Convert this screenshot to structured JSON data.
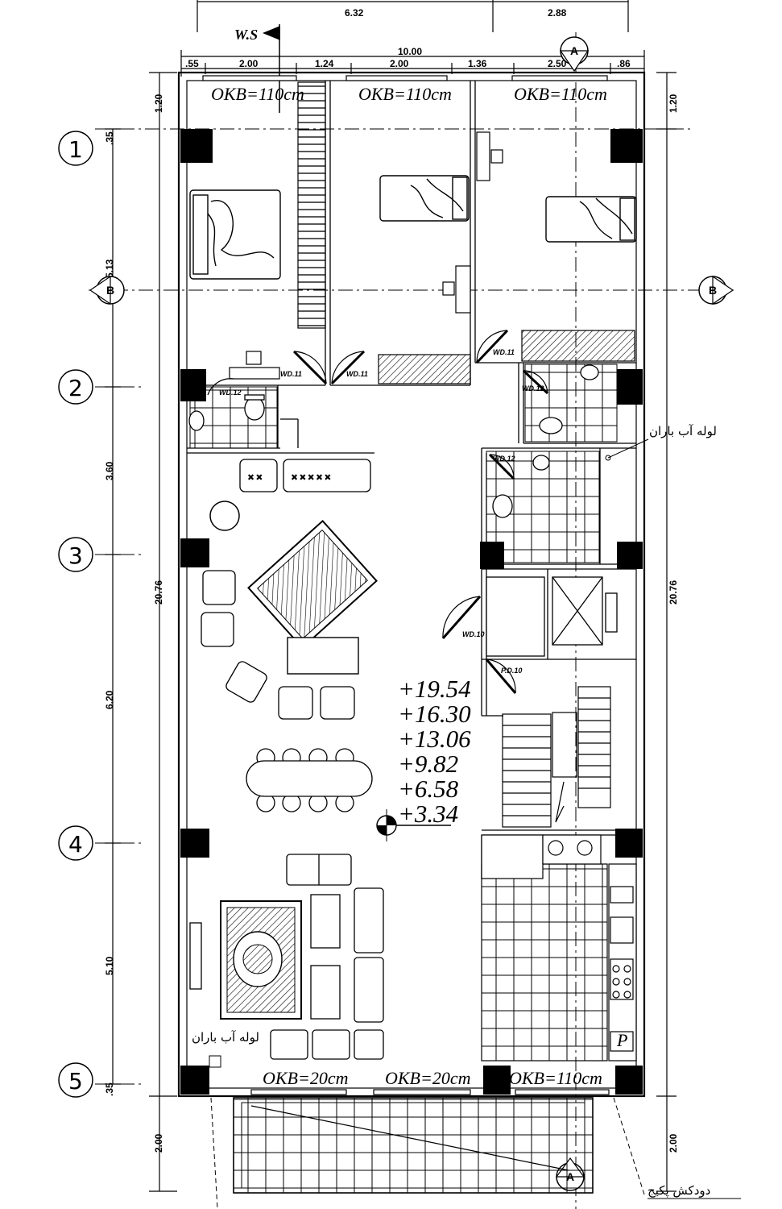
{
  "north_label": "W.S",
  "top_dimensions": {
    "overall_top": [
      "6.32",
      "2.88"
    ],
    "total": "10.00",
    "segments": [
      ".55",
      "2.00",
      "1.24",
      "2.00",
      "1.36",
      "2.50",
      ".86"
    ]
  },
  "side_dimensions": {
    "left": [
      "1.20",
      "5.13",
      "3.60",
      "6.20",
      "5.10",
      "2.00"
    ],
    "left_small": [
      ".35",
      ".35"
    ],
    "right": [
      "1.20",
      "2.00"
    ],
    "overall": "20.76"
  },
  "grid_axes": [
    "1",
    "2",
    "3",
    "4",
    "5"
  ],
  "section_markers": {
    "a": "A",
    "b": "B"
  },
  "window_labels": {
    "top1": "OKB=110cm",
    "top2": "OKB=110cm",
    "top3": "OKB=110cm",
    "bot1": "OKB=20cm",
    "bot2": "OKB=20cm",
    "bot3": "OKB=110cm"
  },
  "door_labels": [
    "WD.11",
    "WD.11",
    "WD.11",
    "WD.12",
    "WD.12",
    "WD.12",
    "WD.10",
    "P.D.10"
  ],
  "elevations": [
    "+19.54",
    "+16.30",
    "+13.06",
    "+9.82",
    "+6.58",
    "+3.34"
  ],
  "notes": {
    "rain_pipe_1": "لوله آب باران",
    "rain_pipe_2": "لوله آب باران",
    "hood_flue": "دودکش پکیج"
  },
  "kitchen_p": "P"
}
